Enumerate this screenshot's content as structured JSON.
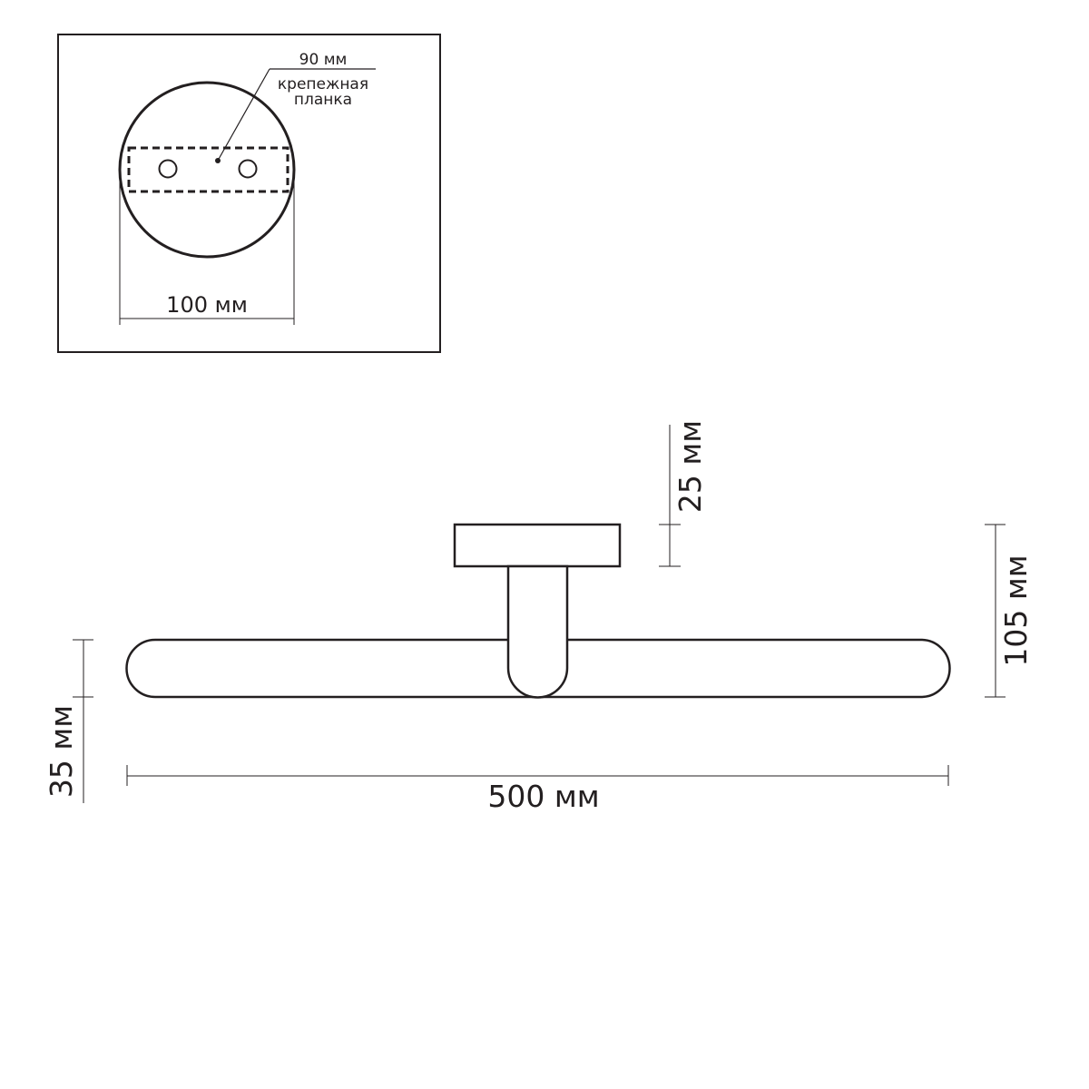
{
  "inset": {
    "callout_width_label": "90 мм",
    "callout_line1": "крепежная",
    "callout_line2": "планка",
    "diameter_label": "100 мм"
  },
  "side_view": {
    "mount_depth_label": "25 мм",
    "total_height_label": "105 мм",
    "tube_diameter_label": "35 мм",
    "length_label": "500 мм"
  },
  "colors": {
    "line": "#231f20",
    "background": "#ffffff"
  }
}
